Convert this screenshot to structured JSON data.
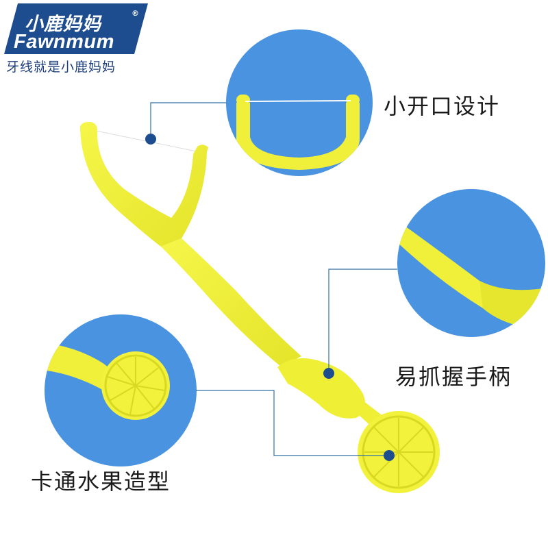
{
  "brand": {
    "name_cn": "小鹿妈妈",
    "registered_mark": "®",
    "name_en": "Fawnmum",
    "slogan": "牙线就是小鹿妈妈"
  },
  "features": [
    {
      "label": "小开口设计",
      "icon": "floss-head-closeup"
    },
    {
      "label": "易抓握手柄",
      "icon": "handle-grip-closeup"
    },
    {
      "label": "卡通水果造型",
      "icon": "fruit-slice-closeup"
    }
  ],
  "colors": {
    "brand_blue": "#1e4d8f",
    "circle_blue": "#4a93e0",
    "product_yellow": "#f2f23c",
    "pointer_line": "#2f6fa8"
  }
}
